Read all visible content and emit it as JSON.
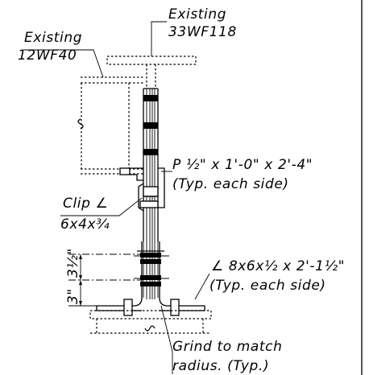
{
  "labels": {
    "existing_top_1": "Existing",
    "existing_top_2": "33WF118",
    "existing_left_1": "Existing",
    "existing_left_2": "12WF40",
    "plate_1": "P ½\" x 1'-0\" x 2'-4\"",
    "plate_2": "(Typ. each side)",
    "clip_1": "Clip ∠",
    "clip_2": "6x4x¾",
    "angle_1": "∠ 8x6x½ x 2'-1½\"",
    "angle_2": "(Typ. each side)",
    "dim_upper": "3½\"",
    "dim_lower": "3\"",
    "grind_1": "Grind to match",
    "grind_2": "radius. (Typ.)"
  }
}
